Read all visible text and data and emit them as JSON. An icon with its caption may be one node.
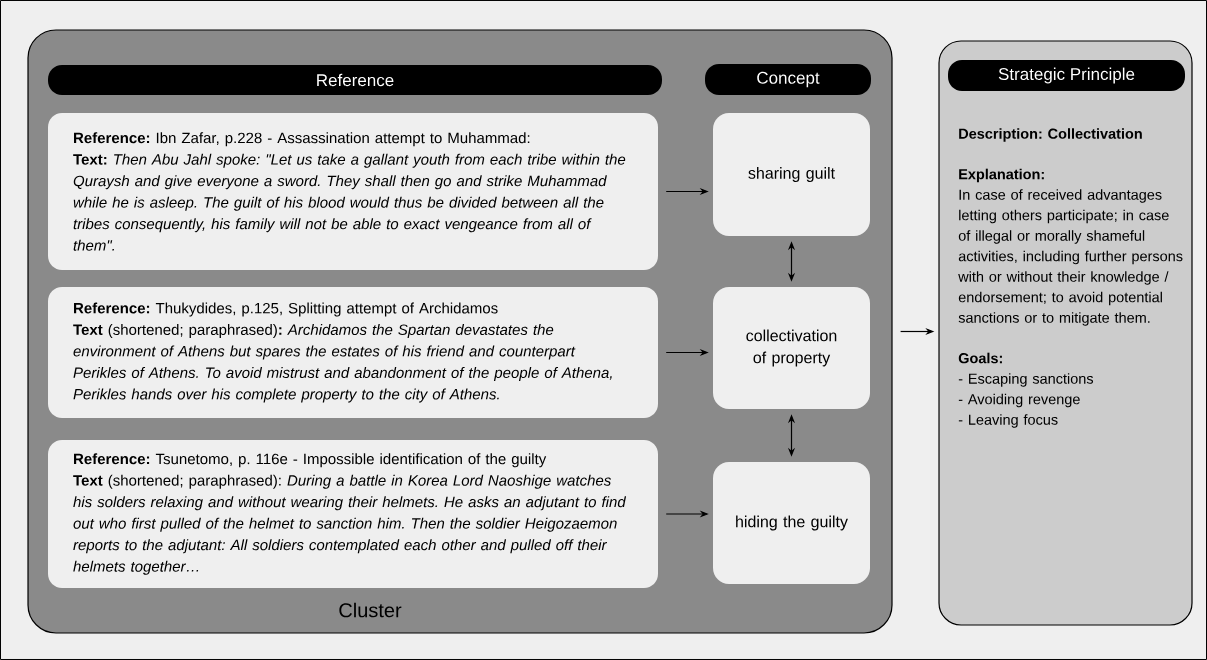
{
  "diagram": {
    "nodes": [
      {
        "text": [
          "Cluster"
        ]
      },
      {
        "text": [
          "Reference"
        ],
        "in": 0
      },
      {
        "text": [
          "Concept"
        ],
        "in": 0
      },
      {
        "text": [
          "**Reference:** Ibn Zafar, p.228 - Assassination attempt to Muhammad:",
          "**Text:** *Then Abu Jahl spoke: \"Let us take a gallant youth from each tribe within the Quraysh and give everyone a sword. They shall then go and strike Muhammad while he is asleep. The guilt of his blood would thus be divided between all the tribes consequently, his family will not be able to exact vengeance from all of them\".*"
        ],
        "in": 0
      },
      {
        "text": [
          "**Reference:** Thukydides, p.125, Splitting attempt of Archidamos",
          "**Text** (shortened; paraphrased)**:** *Archidamos the Spartan devastates the environment of Athens but spares the estates of his friend and counterpart Perikles of Athens. To avoid mistrust and abandonment of the people of Athena, Perikles hands over his complete property to the city of Athens.*"
        ],
        "in": 0
      },
      {
        "text": [
          "**Reference:** Tsunetomo, p. 116e - Impossible identification of the guilty",
          "**Text** (shortened; paraphrased): *During a battle in Korea Lord Naoshige watches his solders relaxing and without wearing their helmets. He asks an adjutant to find out who first pulled of the helmet to sanction him. Then the soldier Heigozaemon reports to the adjutant: All soldiers contemplated each other and pulled off their helmets together…*"
        ],
        "in": 0
      },
      {
        "text": [
          "sharing guilt"
        ],
        "in": 0
      },
      {
        "text": [
          "collectivation of property"
        ],
        "in": 0
      },
      {
        "text": [
          "hiding the guilty"
        ],
        "in": 0
      },
      {
        "text": [
          "Description: Collectivation",
          "Explanation:",
          "In case of received advantages letting others participate; in case of illegal or morally shameful activities, including further persons with or without their knowledge / endorsement; to avoid potential sanctions or to mitigate them.",
          "Goals:",
          "- Escaping sanctions",
          "- Avoiding revenge",
          "- Leaving focus"
        ]
      },
      {
        "text": [
          "Strategic Principle"
        ],
        "in": 9
      }
    ],
    "edges": [
      {
        "from": 3,
        "to": 6,
        "arrow": "to"
      },
      {
        "from": 4,
        "to": 7,
        "arrow": "to"
      },
      {
        "from": 5,
        "to": 8,
        "arrow": "to"
      },
      {
        "from": 6,
        "to": 7,
        "arrow": "both"
      },
      {
        "from": 7,
        "to": 8,
        "arrow": "both"
      },
      {
        "from": 0,
        "to": 9,
        "arrow": "to"
      }
    ]
  }
}
